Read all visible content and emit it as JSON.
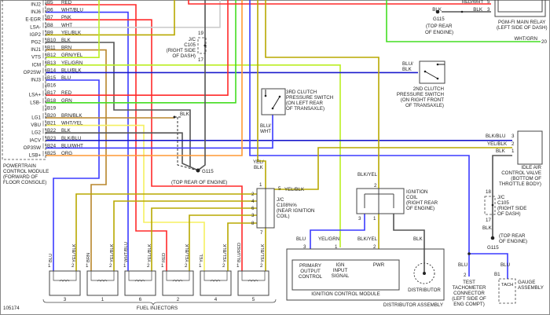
{
  "figure_id": "105174",
  "pcm": {
    "label": [
      "POWERTRAIN",
      "CONTROL MODULE",
      "(FORWARD OF",
      "FLOOR CONSOLE)"
    ],
    "pins": [
      {
        "terminal": "INJ2",
        "pin": "B5",
        "wire": "RED"
      },
      {
        "terminal": "INJ6",
        "pin": "B6",
        "wire": "WHT/BLU"
      },
      {
        "terminal": "E-EGR",
        "pin": "B7",
        "wire": "PNK"
      },
      {
        "terminal": "LSA-",
        "pin": "B8",
        "wire": "WHT"
      },
      {
        "terminal": "IGP2",
        "pin": "B9",
        "wire": "YEL/BLK"
      },
      {
        "terminal": "PG2",
        "pin": "B10",
        "wire": "BLK"
      },
      {
        "terminal": "INJ1",
        "pin": "B11",
        "wire": "BRN"
      },
      {
        "terminal": "VTS",
        "pin": "B12",
        "wire": "GRN/YEL"
      },
      {
        "terminal": "ICM",
        "pin": "B13",
        "wire": "YEL/GRN"
      },
      {
        "terminal": "OP2SW",
        "pin": "B14",
        "wire": "BLU/BLK"
      },
      {
        "terminal": "INJ3",
        "pin": "B15",
        "wire": "BLU"
      },
      {
        "terminal": "",
        "pin": "B16",
        "wire": ""
      },
      {
        "terminal": "LSA+",
        "pin": "B17",
        "wire": "RED"
      },
      {
        "terminal": "LSB-",
        "pin": "B18",
        "wire": "GRN"
      },
      {
        "terminal": "",
        "pin": "B19",
        "wire": ""
      },
      {
        "terminal": "LG1",
        "pin": "B20",
        "wire": "BRN/BLK"
      },
      {
        "terminal": "VBU",
        "pin": "B21",
        "wire": "WHT/YEL"
      },
      {
        "terminal": "LG2",
        "pin": "B22",
        "wire": "BLK"
      },
      {
        "terminal": "IACV",
        "pin": "B23",
        "wire": "BLK/BLU"
      },
      {
        "terminal": "OP3SW",
        "pin": "B24",
        "wire": "BLU/WHT"
      },
      {
        "terminal": "LSB+",
        "pin": "B25",
        "wire": "ORG"
      }
    ]
  },
  "jc_c105_top": {
    "pin_top": "19",
    "pin_bottom": "17",
    "label": [
      "J/C",
      "C105",
      "(RIGHT SIDE",
      "OF DASH)"
    ]
  },
  "g115_center": {
    "wire_blk": "BLK",
    "wire_blk_v1": "BLK",
    "wire_blk_v2": "BLK",
    "name": "G115",
    "location": "(TOP REAR OF ENGINE)"
  },
  "third_clutch": {
    "label": [
      "3RD CLUTCH",
      "PRESSURE SWITCH",
      "(ON LEFT REAR",
      "OF TRANSAXLE)"
    ],
    "wire": [
      "BLU/",
      "WHT"
    ]
  },
  "second_clutch": {
    "label": [
      "2ND CLUTCH",
      "PRESSURE SWITCH",
      "(ON RIGHT FRONT",
      "OF TRANSAXLE)"
    ],
    "wire": [
      "BLU/",
      "BLK"
    ]
  },
  "main_relay": {
    "wire_top": "RED/WHT",
    "pin_top": "5",
    "wire_blk": "BLK",
    "wire_blk2": "BLK",
    "pin_blk": "3",
    "label": [
      "PGM-FI MAIN RELAY",
      "(LEFT SIDE OF DASH)"
    ],
    "wire_grn": "WHT/GRN",
    "pin_grn": "20"
  },
  "g115_top": {
    "name": "G115",
    "location": [
      "(TOP REAR",
      "OF ENGINE)"
    ]
  },
  "iacv": {
    "pins": [
      {
        "pin": "3",
        "wire": "BLK/BLU"
      },
      {
        "pin": "2",
        "wire": "YEL/BLK"
      },
      {
        "pin": "1",
        "wire": "BLK"
      }
    ],
    "label": [
      "IDLE AIR",
      "CONTROL VALVE",
      "(BOTTOM OF",
      "THROTTLE BODY)"
    ]
  },
  "jc_c105_right": {
    "pin_top": "18",
    "pin_bottom": "17",
    "label": [
      "J/C",
      "C105",
      "(RIGHT SIDE",
      "OF DASH)"
    ],
    "wire": "BLK"
  },
  "g115_right": {
    "name": "G115",
    "location": [
      "(TOP REAR",
      "OF ENGINE)"
    ]
  },
  "jc_c108": {
    "wire_in": [
      "YEL/",
      "BLK"
    ],
    "pin_top": "1",
    "pin_right": "5",
    "wire_right": "YEL/BLK",
    "pins_left": [
      "2",
      "4",
      "6",
      "3",
      "8"
    ],
    "pin_bottom": "7",
    "label": [
      "J/C",
      "C108%%",
      "(NEAR IGNITION",
      "COIL)"
    ]
  },
  "ignition_coil": {
    "wire_in": "BLK/YEL",
    "pin_top": "2",
    "pin_3": "3",
    "pin_1": "1",
    "label": [
      "IGNITION",
      "COIL",
      "(RIGHT REAR",
      "OF ENGINE)"
    ]
  },
  "distributor_assembly": {
    "label": "DISTRIBUTOR ASSEMBLY",
    "icm_label": "IGNITION CONTROL MODULE",
    "inputs": [
      {
        "pin": "3",
        "wire": "BLU",
        "label": [
          "PRIMARY",
          "OUTPUT",
          "CONTROL"
        ]
      },
      {
        "pin": "1",
        "wire": "YEL/GRN",
        "label": [
          "IGN",
          "INPUT",
          "SIGNAL"
        ]
      },
      {
        "pin": "2",
        "wire": "BLK/YEL",
        "label": [
          "PWR"
        ]
      }
    ],
    "distributor_wire": "BLK",
    "distributor_label": "DISTRIBUTOR"
  },
  "tach_connector": {
    "wire": "BLU",
    "pin": "2",
    "label": [
      "TEST",
      "TACHOMETER",
      "CONNECTOR",
      "(LEFT SIDE OF",
      "ENG COMPT)"
    ]
  },
  "gauge": {
    "wire": "BLU",
    "pin": "B1",
    "tach_label": "TACH",
    "label": [
      "GAUGE",
      "ASSEMBLY"
    ]
  },
  "fuel_injectors": {
    "label": "FUEL INJECTORS",
    "items": [
      {
        "number": "3",
        "pin1": "1",
        "wire1": "BLU",
        "pin2": "2",
        "wire2": "YEL/BLK"
      },
      {
        "number": "1",
        "pin1": "1",
        "wire1": "BRN",
        "pin2": "2",
        "wire2": "YEL/BLK"
      },
      {
        "number": "6",
        "pin1": "1",
        "wire1": "WHT/BLU",
        "pin2": "2",
        "wire2": "YEL/BLK"
      },
      {
        "number": "2",
        "pin1": "1",
        "wire1": "RED",
        "pin2": "2",
        "wire2": "YEL/BLK"
      },
      {
        "number": "4",
        "pin1": "1",
        "wire1": "YEL",
        "pin2": "2",
        "wire2": "YEL/BLK"
      },
      {
        "number": "5",
        "pin1": "1",
        "wire1": "BLU/RED",
        "pin2": "2",
        "wire2": "YEL/BLK"
      }
    ]
  },
  "colors": {
    "red": "#ff2a2a",
    "blue": "#3b3bff",
    "darkblue": "#1a1acc",
    "yellow": "#b8a800",
    "ltyellow": "#f5f060",
    "green": "#44dd22",
    "ltgreen": "#bbee22",
    "brown": "#b8862b",
    "black": "#555555",
    "orange": "#ff9933",
    "white": "#cccccc"
  }
}
